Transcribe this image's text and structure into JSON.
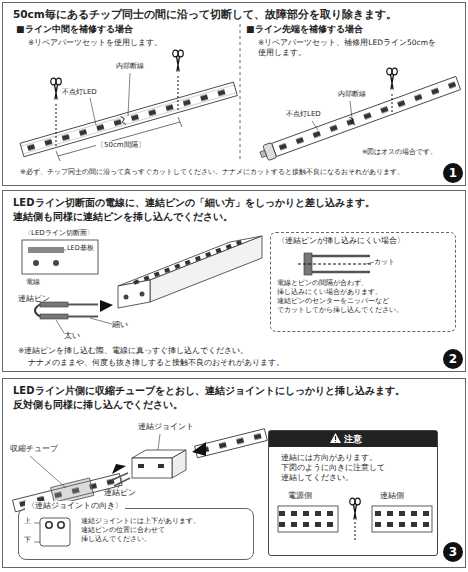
{
  "diagram": {
    "nodes": [
      {
        "text": [
          "50cm毎にあるチップ同士の間に沿って切断して、故障部分を取り除きます。"
        ]
      },
      {
        "text": [
          "1"
        ],
        "in": 0
      },
      {
        "text": [
          "LEDライン切断面の電線に、連結ピンの「細い方」をしっかりと差し込みます。",
          "連結側も同様に連結ピンを挿し込んでください。"
        ]
      },
      {
        "text": [
          "〈連結ピンが挿し込みにくい場合〉",
          "電線とピンの間隔が合わず、 挿し込みにくい場合があります。 連結ピンのセンターをニッパーなど でカットしてから挿し込んでください。"
        ],
        "in": 2
      },
      {
        "text": [
          "2"
        ],
        "in": 2
      },
      {
        "text": [
          "LEDライン片側に収縮チューブをとおし、連結ジョイントにしっかりと挿し込みます。",
          "反対側も同様に挿し込んでください。"
        ]
      },
      {
        "text": [
          "〈連結ジョイントの向き〉",
          "連結ジョイントには上下があります。 連結ピンの位置に合わせて 挿し込んでください。"
        ],
        "in": 5
      },
      {
        "text": [
          "注意",
          "連結には方向があります。 下図のように向きに注意して 連結してください。"
        ],
        "in": 5
      },
      {
        "text": [
          "3"
        ],
        "in": 5
      }
    ],
    "labels": [
      "■ライン中間を補修する場合",
      "※リペアパーツセットを使用します。",
      "■ライン先端を補修する場合",
      "※リペアパーツセット、補修用LEDライン50cmを使用します。",
      "内部断線",
      "不点灯LED",
      "〔50cm間隔〕",
      "内部断線",
      "不点灯LED",
      "※図はオスの場合です。",
      "※必ず、チップ同士の間に沿って真っすぐカットしてください。ナナメにカットすると接触不良になるおそれがあります。",
      "〈LEDライン切断面〉",
      "LED基板",
      "電線",
      "連結ピン",
      "細い",
      "太い",
      "カット",
      "※連結ピンを挿し込む際、電線に真っすぐ挿し込んでください。",
      "ナナメのままや、何度も抜き挿しすると接触不良のおそれがあります。",
      "連結ジョイント",
      "収縮チューブ",
      "連結ピン",
      "上",
      "下",
      "電源側",
      "連結側"
    ]
  }
}
